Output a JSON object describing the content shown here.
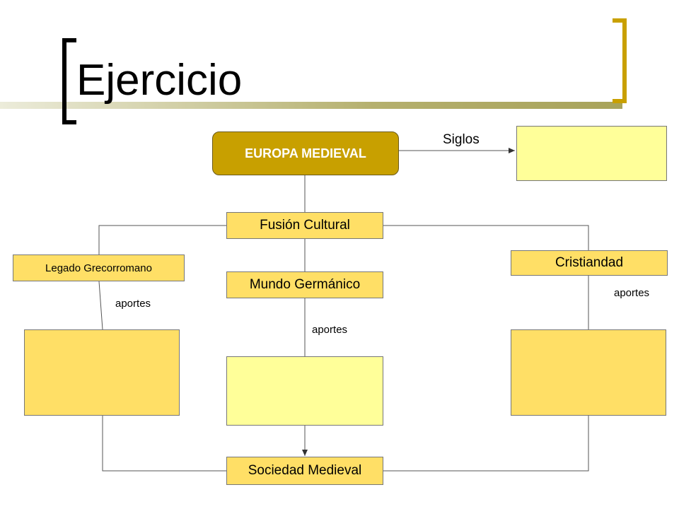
{
  "slide": {
    "title": "Ejercicio"
  },
  "diagram": {
    "main_node": "EUROPA MEDIEVAL",
    "siglos_label": "Siglos",
    "fusion_node": "Fusión Cultural",
    "mundo_node": "Mundo Germánico",
    "legado_node": "Legado Grecorromano",
    "cristiandad_node": "Cristiandad",
    "sociedad_node": "Sociedad Medieval",
    "aportes_left": "aportes",
    "aportes_center": "aportes",
    "aportes_right": "aportes"
  },
  "colors": {
    "main_node_fill": "#c8a000",
    "label_node_fill": "#ffdf66",
    "empty_light_fill": "#ffff99",
    "bracket_gold": "#c9a000"
  }
}
